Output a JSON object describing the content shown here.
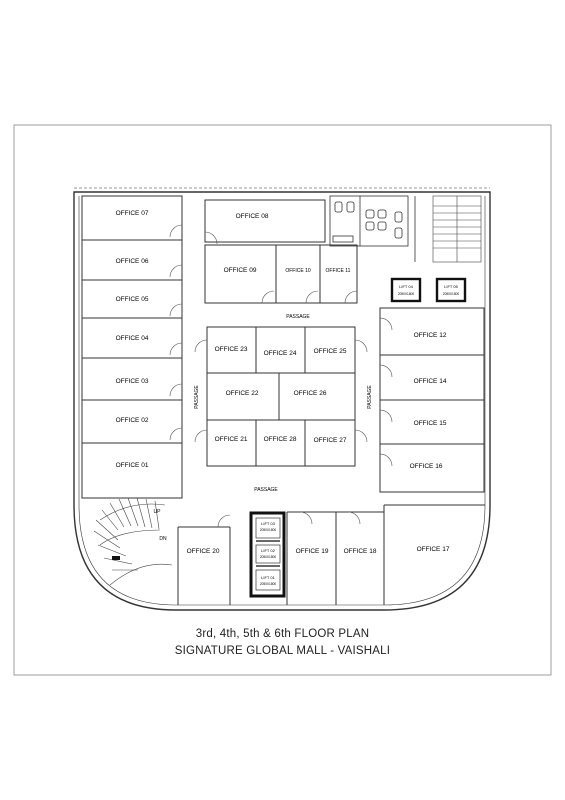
{
  "plan": {
    "title_line1": "3rd, 4th, 5th & 6th FLOOR PLAN",
    "title_line2": "SIGNATURE GLOBAL MALL - VAISHALI"
  },
  "rooms": {
    "office_07": "OFFICE 07",
    "office_06": "OFFICE 06",
    "office_05": "OFFICE 05",
    "office_04": "OFFICE 04",
    "office_03": "OFFICE 03",
    "office_02": "OFFICE 02",
    "office_01": "OFFICE 01",
    "office_08": "OFFICE 08",
    "office_09": "OFFICE 09",
    "office_10": "OFFICE 10",
    "office_11": "OFFICE 11",
    "office_12": "OFFICE 12",
    "office_14": "OFFICE 14",
    "office_15": "OFFICE 15",
    "office_16": "OFFICE 16",
    "office_17": "OFFICE 17",
    "office_18": "OFFICE 18",
    "office_19": "OFFICE 19",
    "office_20": "OFFICE 20",
    "office_21": "OFFICE 21",
    "office_22": "OFFICE 22",
    "office_23": "OFFICE 23",
    "office_24": "OFFICE 24",
    "office_25": "OFFICE 25",
    "office_26": "OFFICE 26",
    "office_27": "OFFICE 27",
    "office_28": "OFFICE 28"
  },
  "labels": {
    "passage_top": "PASSAGE",
    "passage_bottom": "PASSAGE",
    "passage_left": "PASSAGE",
    "passage_right": "PASSAGE",
    "stair_up": "UP",
    "stair_dn": "DN"
  },
  "lifts": {
    "l1_name": "LIFT 01",
    "l1_size": "2050X1800",
    "l2_name": "LIFT 02",
    "l2_size": "2050X1800",
    "l3_name": "LIFT 03",
    "l3_size": "2050X1800",
    "l4_name": "LIFT 04",
    "l4_size": "2050X1800",
    "l5_name": "LIFT 05",
    "l5_size": "2050X1800"
  }
}
